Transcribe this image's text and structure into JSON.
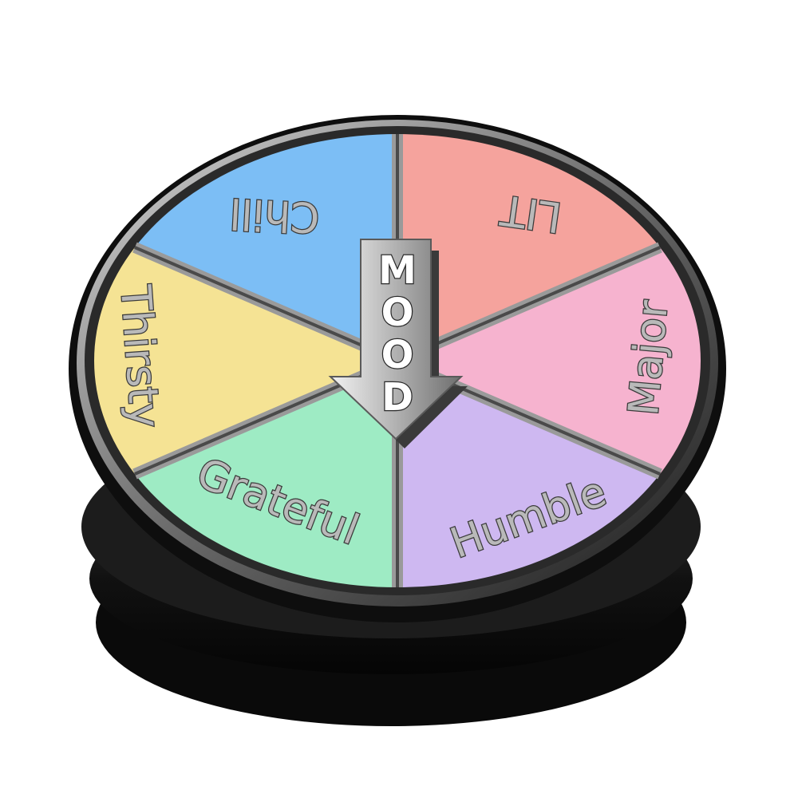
{
  "pointer": {
    "letters": [
      "M",
      "O",
      "O",
      "D"
    ]
  },
  "segments": [
    {
      "label": "LIT",
      "color": "#f5a39d"
    },
    {
      "label": "Major",
      "color": "#f6b3cf"
    },
    {
      "label": "Humble",
      "color": "#ceb8f1"
    },
    {
      "label": "Grateful",
      "color": "#9eebc4"
    },
    {
      "label": "Thirsty",
      "color": "#f5e394"
    },
    {
      "label": "Chill",
      "color": "#7cbef5"
    }
  ],
  "colors": {
    "base": "#141414",
    "rim": "#8a8a8a",
    "divider": "#9a9a9a",
    "arrow": "#c9c9c9"
  }
}
